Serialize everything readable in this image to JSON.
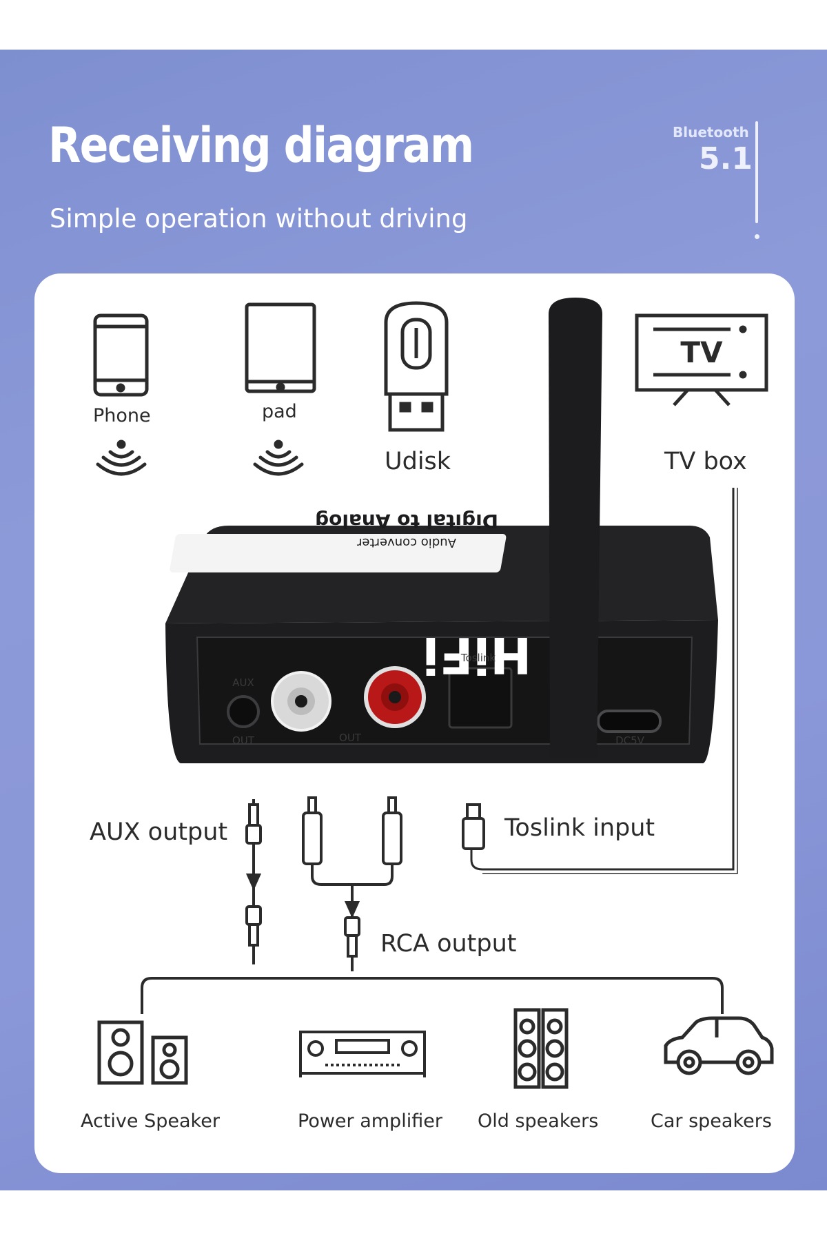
{
  "header": {
    "title": "Receiving diagram",
    "subtitle": "Simple operation without driving",
    "badge_label": "Bluetooth",
    "badge_version": "5.1"
  },
  "sources": {
    "phone": "Phone",
    "pad": "pad",
    "udisk": "Udisk",
    "tv_box": "TV box",
    "tv_icon_text": "TV"
  },
  "device": {
    "name": "HiFi",
    "line1": "Digital to Analog",
    "line2": "Audio converter",
    "port_aux": "AUX",
    "port_out": "OUT",
    "port_toslink": "Toslink",
    "port_power": "DC5V"
  },
  "connections": {
    "aux_output": "AUX output",
    "toslink_input": "Toslink input",
    "rca_output": "RCA output"
  },
  "outputs": {
    "active_speaker": "Active Speaker",
    "power_amplifier": "Power amplifier",
    "old_speakers": "Old speakers",
    "car_speakers": "Car speakers"
  },
  "colors": {
    "banner": "#8a97d8",
    "line": "#2b2b2b",
    "rca_red": "#c81d1d",
    "device_body": "#1f1f21"
  }
}
